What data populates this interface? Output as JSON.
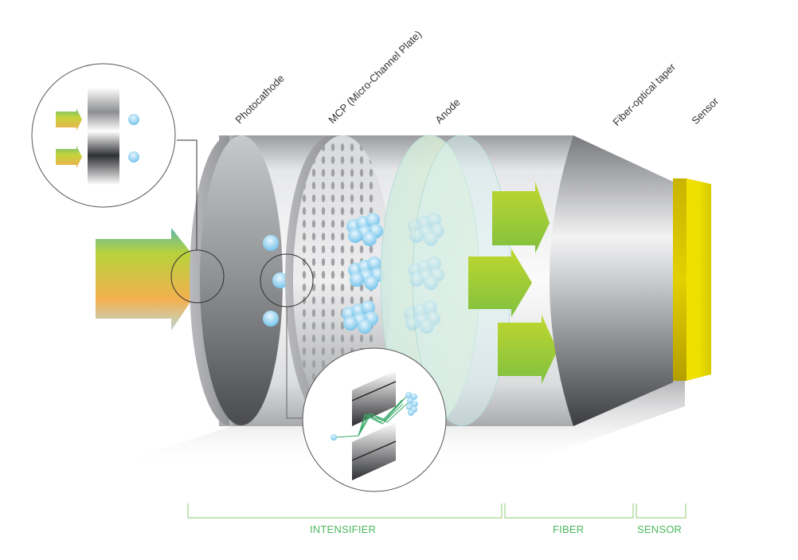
{
  "title": "Image intensifier tube fiber-coupled to sensor",
  "components": [
    {
      "id": "photocathode",
      "label": "Photocathode"
    },
    {
      "id": "mcp",
      "label": "MCP (Micro-Channel Plate)"
    },
    {
      "id": "anode",
      "label": "Anode"
    },
    {
      "id": "fiber-taper",
      "label": "Fiber-optical taper"
    },
    {
      "id": "sensor",
      "label": "Sensor"
    }
  ],
  "sections": [
    {
      "id": "intensifier",
      "label": "INTENSIFIER"
    },
    {
      "id": "fiber",
      "label": "FIBER"
    },
    {
      "id": "sensor",
      "label": "SENSOR"
    }
  ],
  "insets": [
    {
      "id": "photocathode-detail",
      "description": "Photons converted to electrons at photocathode"
    },
    {
      "id": "mcp-detail",
      "description": "Electron multiplication inside a micro-channel"
    }
  ],
  "colors": {
    "section_accent": "#4cb860",
    "bracket_line": "#9ed48a",
    "electron": "#7cc8ee",
    "output_arrow": "#8cc63f",
    "sensor": "#e6d200",
    "anode_tint": "#bfe6dc"
  }
}
